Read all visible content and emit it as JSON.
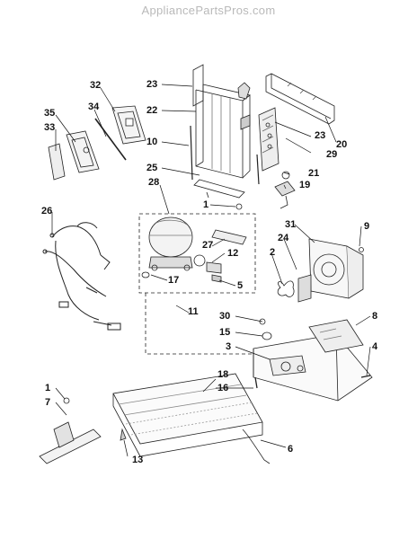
{
  "watermark": "AppliancePartsPros.com",
  "callouts": {
    "c23a": "23",
    "c22": "22",
    "c10": "10",
    "c25": "25",
    "c32": "32",
    "c34": "34",
    "c35": "35",
    "c33": "33",
    "c28": "28",
    "c1a": "1",
    "c26": "26",
    "c31": "31",
    "c9": "9",
    "c24": "24",
    "c2": "2",
    "c27": "27",
    "c12": "12",
    "c17": "17",
    "c5": "5",
    "c11": "11",
    "c30": "30",
    "c15": "15",
    "c3": "3",
    "c8": "8",
    "c4": "4",
    "c18": "18",
    "c16": "16",
    "c1b": "1",
    "c7": "7",
    "c13": "13",
    "c6": "6",
    "c20": "20",
    "c29": "29",
    "c23b": "23",
    "c21": "21",
    "c19": "19"
  }
}
